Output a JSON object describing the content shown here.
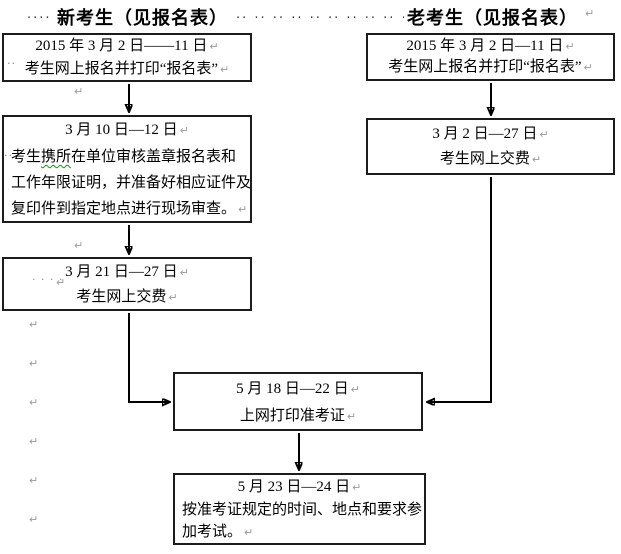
{
  "header": {
    "leading_dots": "····",
    "new_title": "新考生（见报名表）",
    "middle_dots": "·· ·· ·· ·· ·· ·· ·· ·· ·· ···",
    "old_title": "老考生（见报名表）"
  },
  "boxes": {
    "new_register": {
      "line1": "2015 年 3 月 2 日——11 日",
      "line2": "考生网上报名并打印“报名表”"
    },
    "new_review": {
      "line1": "3 月 10 日—12 日",
      "line2_pre": "考生",
      "line2_wavy": "携所",
      "line2_post": "在单位审核盖章报名表和",
      "line3": "工作年限证明，并准备好相应证件及",
      "line4": "复印件到指定地点进行现场审查。"
    },
    "new_pay": {
      "line1": "3 月 21 日—27 日",
      "line2": "考生网上交费"
    },
    "old_register": {
      "line1": "2015 年 3 月 2 日—11 日",
      "line2": "考生网上报名并打印“报名表”"
    },
    "old_pay": {
      "line1": "3 月 2 日—27 日",
      "line2": "考生网上交费"
    },
    "print_ticket": {
      "line1": "5 月 18 日—22 日",
      "line2": "上网打印准考证"
    },
    "exam": {
      "line1": "5 月 23 日—24 日",
      "line2": "按准考证规定的时间、地点和要求参",
      "line3": "加考试。"
    }
  },
  "marks": {
    "return": "↵",
    "space_dots_2": "··",
    "space_dots_4": "· · · ·"
  },
  "colors": {
    "line": "#000000",
    "border": "#1c1c1c",
    "formatting_mark": "#9b9b9b",
    "grammar_squiggle": "#00a000"
  }
}
